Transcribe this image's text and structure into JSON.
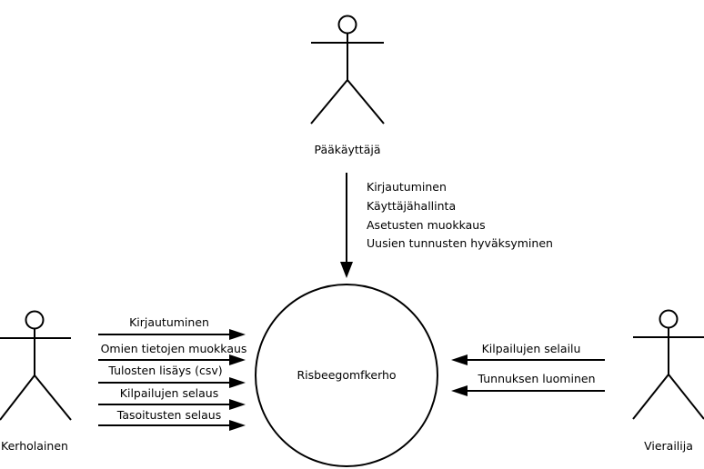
{
  "system": {
    "name": "Risbeegomfkerho"
  },
  "actors": {
    "admin": {
      "name": "Pääkäyttäjä",
      "use_cases": [
        "Kirjautuminen",
        "Käyttäjähallinta",
        "Asetusten muokkaus",
        "Uusien tunnusten hyväksyminen"
      ]
    },
    "member": {
      "name": "Kerholainen",
      "use_cases": [
        "Kirjautuminen",
        "Omien tietojen muokkaus",
        "Tulosten lisäys (csv)",
        "Kilpailujen selaus",
        "Tasoitusten selaus"
      ]
    },
    "visitor": {
      "name": "Vierailija",
      "use_cases": [
        "Kilpailujen selailu",
        "Tunnuksen luominen"
      ]
    }
  }
}
